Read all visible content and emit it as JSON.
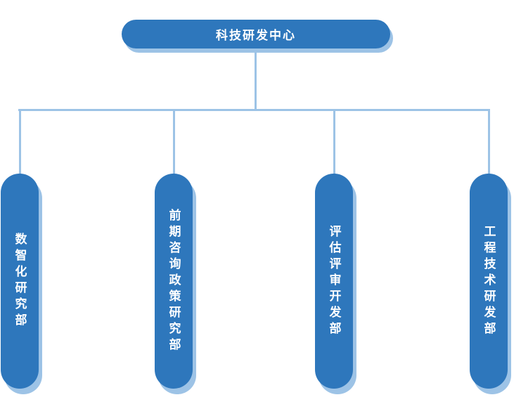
{
  "org_chart": {
    "root": {
      "label": "科技研发中心"
    },
    "departments": [
      {
        "label": "数智化研究部"
      },
      {
        "label": "前期咨询政策研究部"
      },
      {
        "label": "评估评审开发部"
      },
      {
        "label": "工程技术研发部"
      }
    ],
    "colors": {
      "node_fill": "#2E77BC",
      "node_shadow": "#9DC3E6",
      "connector_line": "#9DC3E6",
      "node_text": "#FFFFFF",
      "background": "#FFFFFF"
    }
  }
}
